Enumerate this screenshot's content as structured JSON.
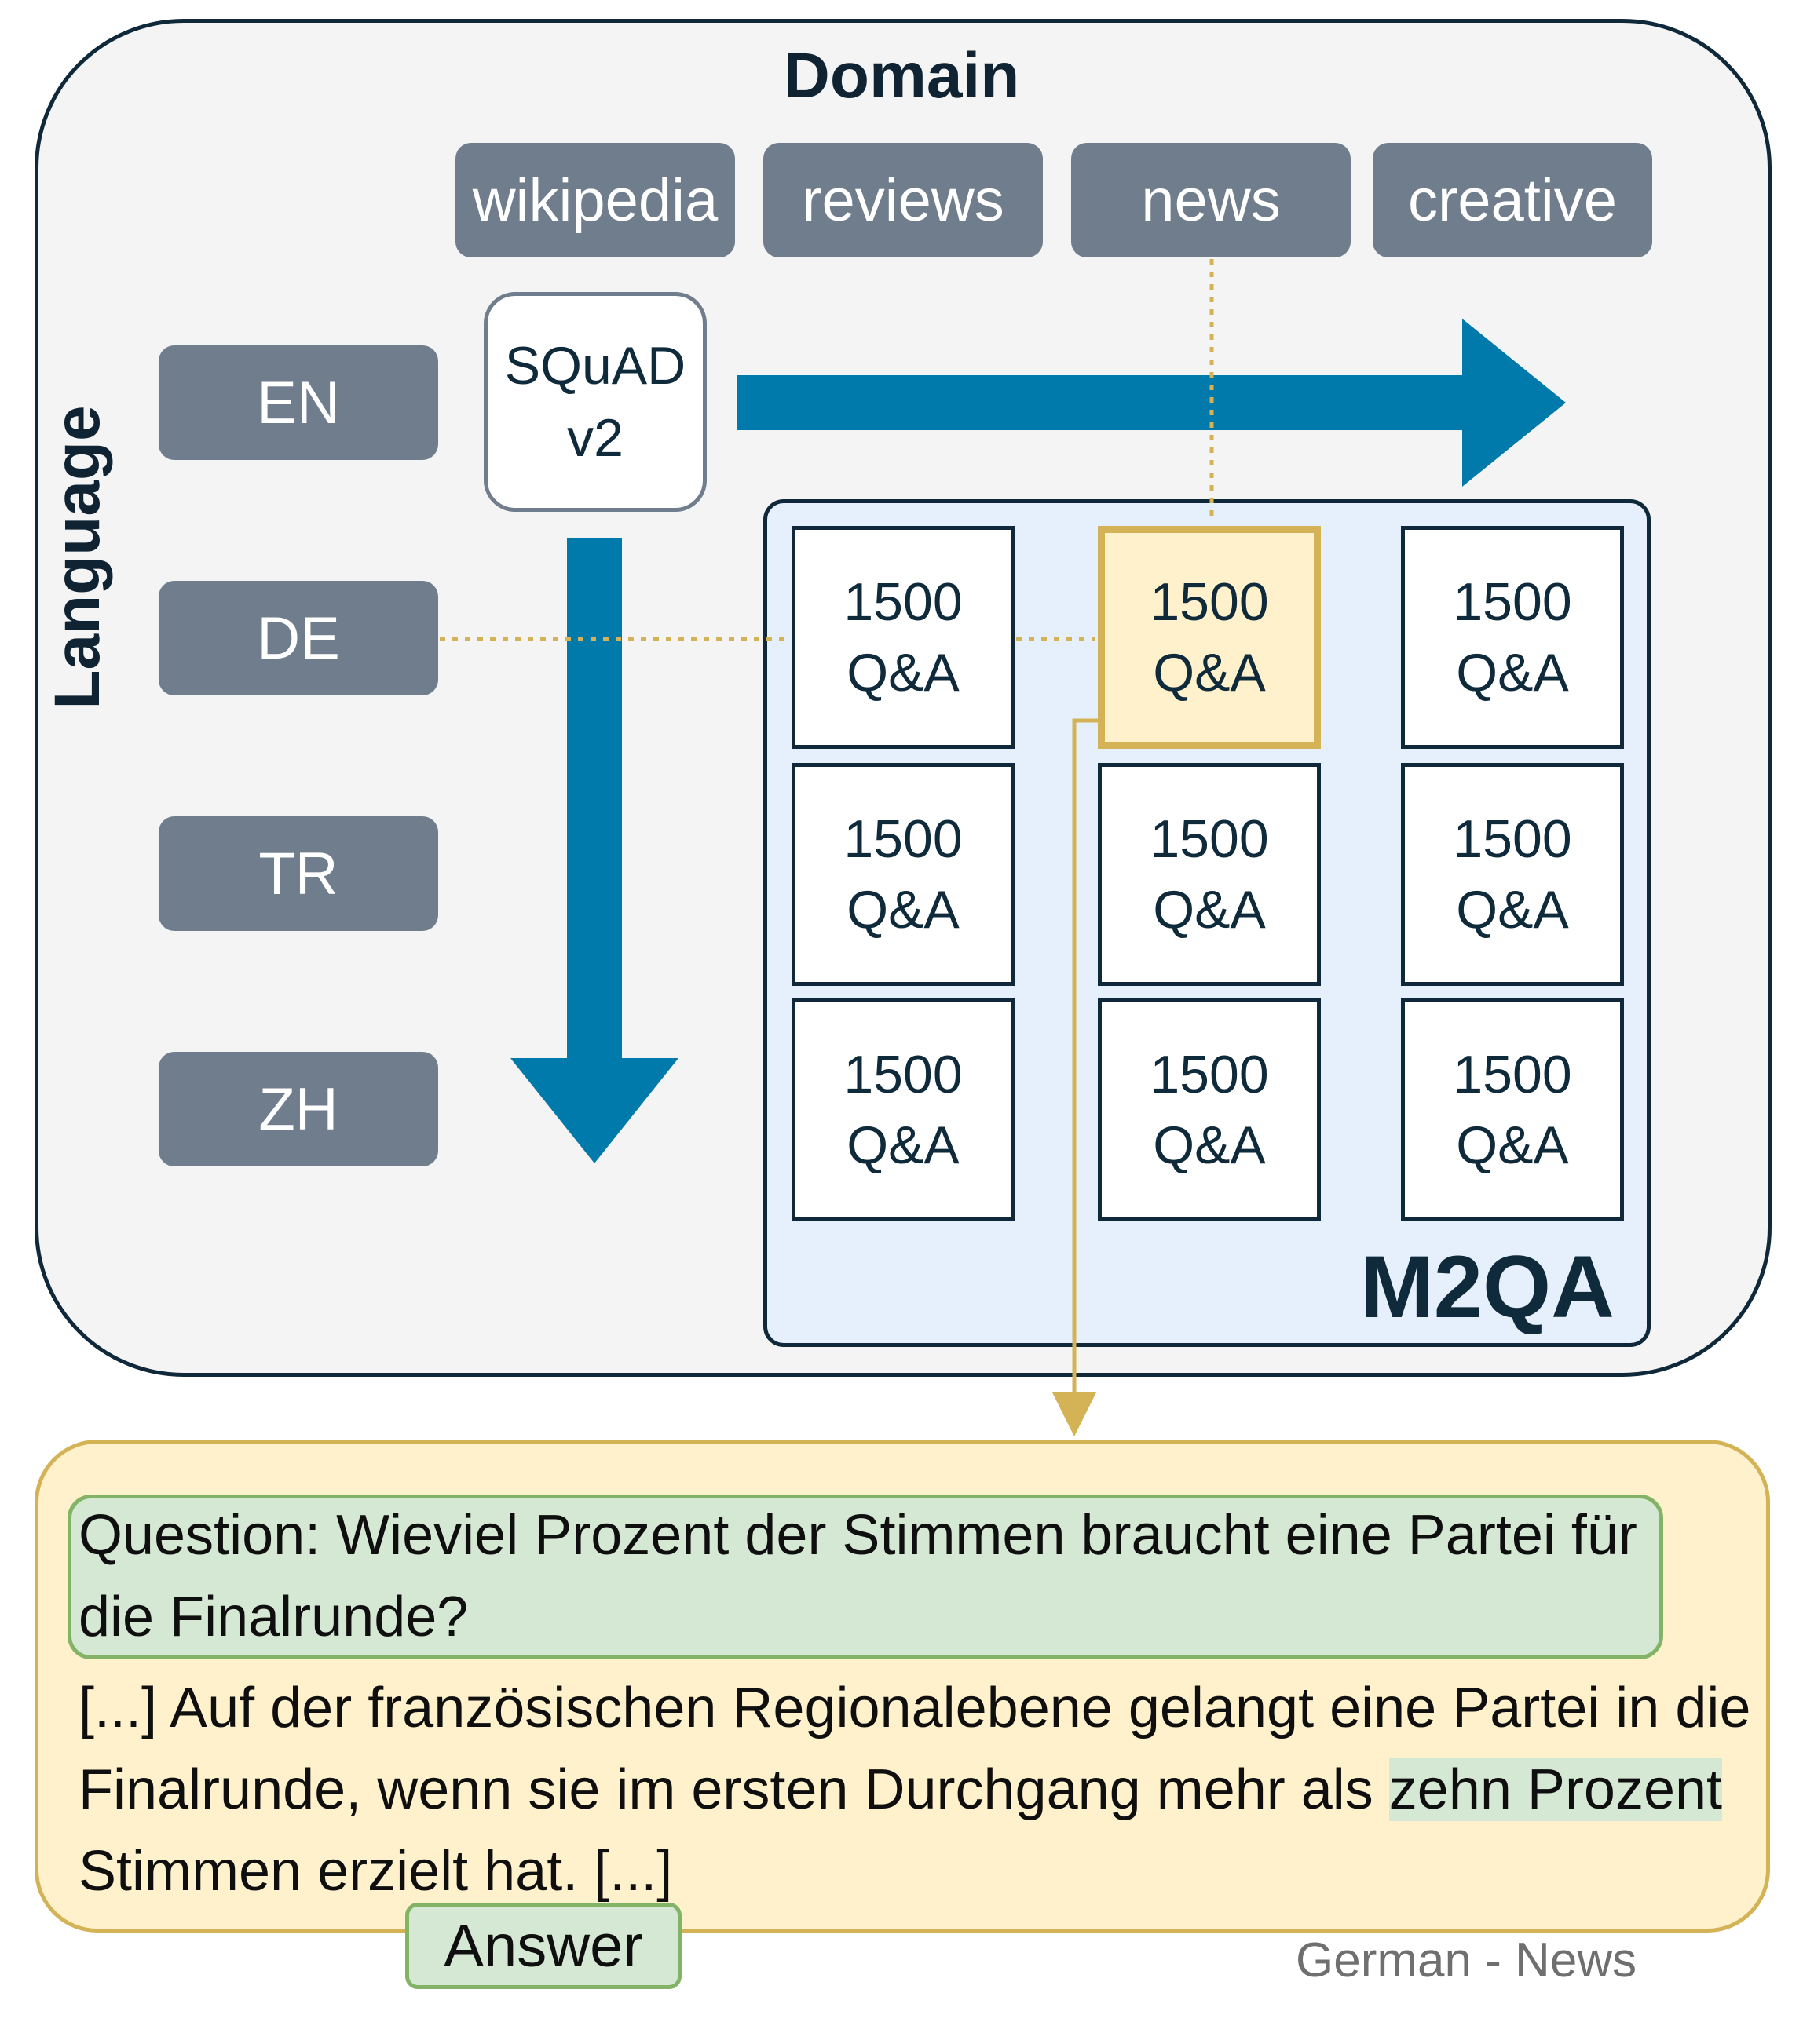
{
  "diagram": {
    "domain_axis_title": "Domain",
    "language_axis_title": "Language",
    "domains": [
      "wikipedia",
      "reviews",
      "news",
      "creative"
    ],
    "languages": [
      "EN",
      "DE",
      "TR",
      "ZH"
    ],
    "source_dataset": {
      "line1": "SQuAD",
      "line2": "v2"
    },
    "dataset_name": "M2QA",
    "grid_cells": [
      [
        "1500",
        "Q&A"
      ],
      [
        "1500",
        "Q&A"
      ],
      [
        "1500",
        "Q&A"
      ],
      [
        "1500",
        "Q&A"
      ],
      [
        "1500",
        "Q&A"
      ],
      [
        "1500",
        "Q&A"
      ],
      [
        "1500",
        "Q&A"
      ],
      [
        "1500",
        "Q&A"
      ],
      [
        "1500",
        "Q&A"
      ]
    ],
    "highlighted_cell_index": 1
  },
  "example": {
    "question": "Question: Wieviel Prozent der Stimmen braucht eine Partei für die Finalrunde?",
    "passage_before": "[...] Auf der französischen Regionalebene gelangt eine Partei in die Finalrunde, wenn sie im ersten Durchgang mehr als ",
    "answer_span": "zehn Prozent",
    "passage_after": " Stimmen erzielt hat. [...]",
    "answer_label": "Answer",
    "caption": "German - News"
  },
  "colors": {
    "arrow_blue": "#007aaa",
    "chip_gray": "#6f7d8c",
    "highlight_gold": "#d4b256",
    "highlight_fill": "#fff1cc",
    "answer_green": "#d5e8d4",
    "answer_border": "#82b366",
    "panel_blue": "#e6f0fc"
  }
}
